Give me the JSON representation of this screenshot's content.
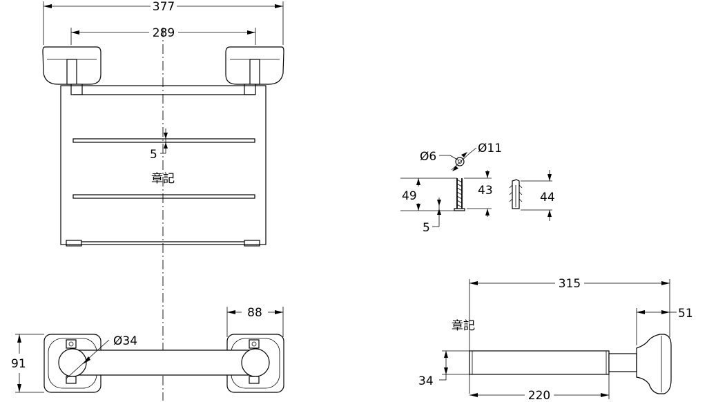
{
  "front_view": {
    "overall_width": "377",
    "mount_spacing": "289",
    "shelf_gap": "5",
    "note": "章記"
  },
  "screw_detail": {
    "shank_dia": "Ø6",
    "head_dia": "Ø11",
    "screw_length": "49",
    "thread_length": "43",
    "head_offset": "5",
    "anchor_length": "44"
  },
  "top_view": {
    "plate_width": "88",
    "bar_dia": "Ø34",
    "depth": "91"
  },
  "side_view": {
    "overall_projection": "315",
    "plate_thickness": "51",
    "bar_length": "220",
    "bar_height": "34",
    "note": "章記"
  }
}
